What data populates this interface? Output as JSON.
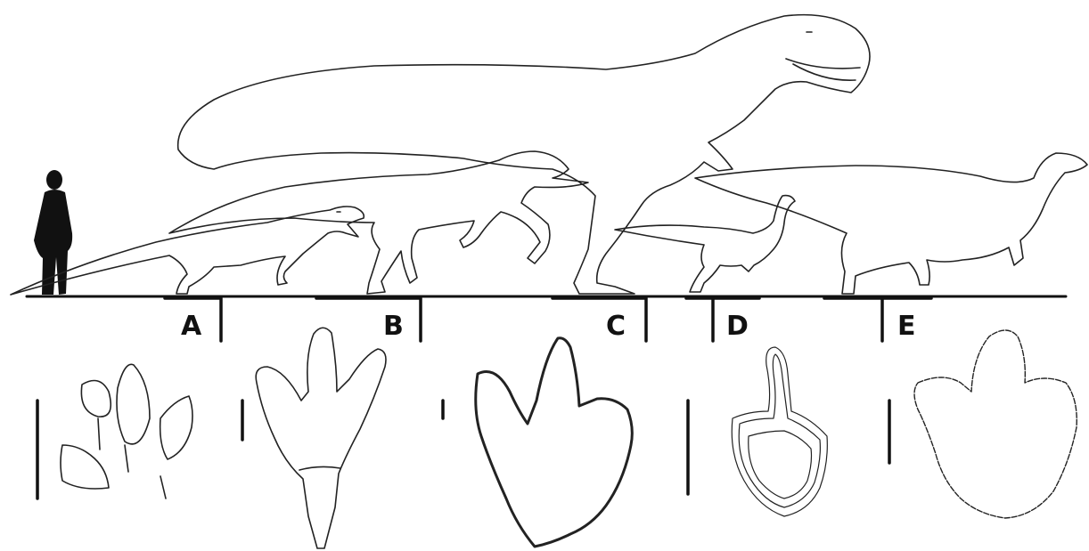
{
  "figure": {
    "labels": [
      "A",
      "B",
      "C",
      "D",
      "E"
    ],
    "colors": {
      "ink": "#111111",
      "silhouette": "#111111",
      "background": "#ffffff"
    }
  }
}
